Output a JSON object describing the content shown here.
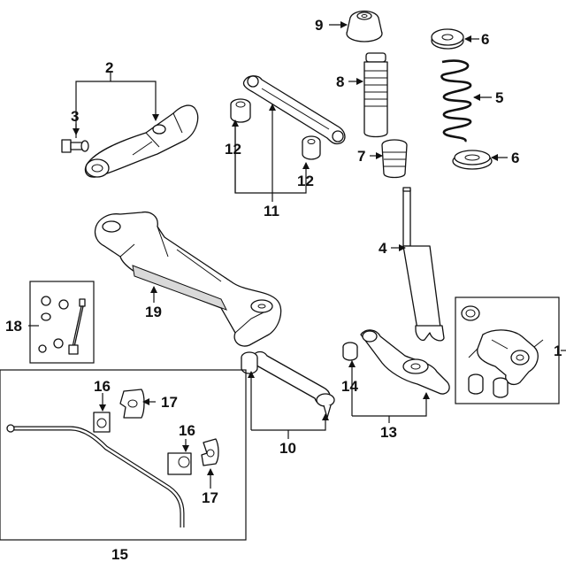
{
  "callouts": {
    "c1": "1",
    "c2": "2",
    "c3": "3",
    "c4": "4",
    "c5": "5",
    "c6a": "6",
    "c6b": "6",
    "c7": "7",
    "c8": "8",
    "c9": "9",
    "c10": "10",
    "c11": "11",
    "c12a": "12",
    "c12b": "12",
    "c13": "13",
    "c14": "14",
    "c15": "15",
    "c16a": "16",
    "c16b": "16",
    "c17a": "17",
    "c17b": "17",
    "c18": "18",
    "c19": "19"
  }
}
